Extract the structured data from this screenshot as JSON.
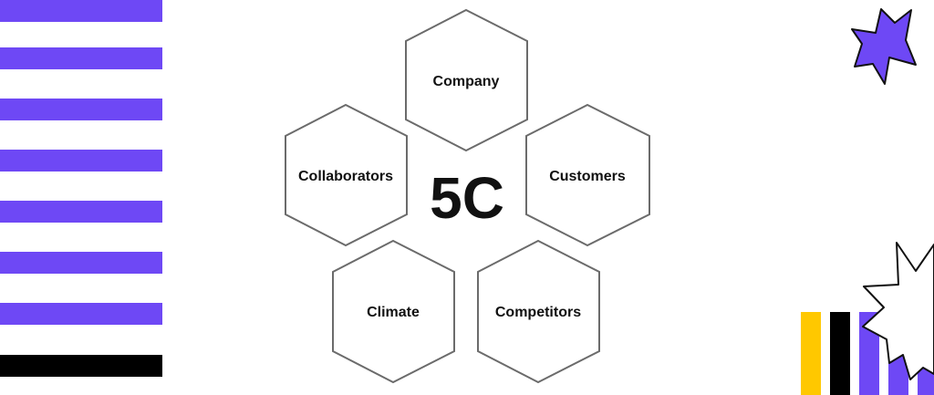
{
  "diagram": {
    "center_label": "5C",
    "nodes": [
      {
        "id": "company",
        "label": "Company"
      },
      {
        "id": "collaborators",
        "label": "Collaborators"
      },
      {
        "id": "customers",
        "label": "Customers"
      },
      {
        "id": "climate",
        "label": "Climate"
      },
      {
        "id": "competitors",
        "label": "Competitors"
      }
    ]
  },
  "colors": {
    "accent_purple": "#6E48F5",
    "black": "#000000",
    "yellow": "#FFC800",
    "hex_stroke": "#6b6b6b",
    "text": "#111111"
  }
}
